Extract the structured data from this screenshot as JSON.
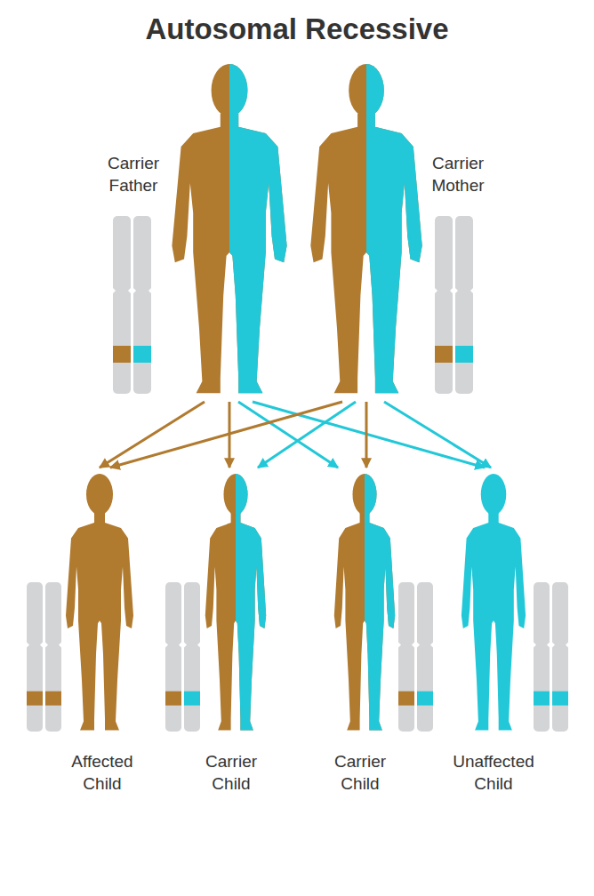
{
  "diagram": {
    "title": "Autosomal Recessive",
    "nodes": [
      {
        "text": [
          "Carrier Father"
        ]
      },
      {
        "text": [
          "Carrier Mother"
        ]
      },
      {
        "text": [
          "Affected Child"
        ]
      },
      {
        "text": [
          "Carrier Child"
        ]
      },
      {
        "text": [
          "Carrier Child"
        ]
      },
      {
        "text": [
          "Unaffected Child"
        ]
      }
    ],
    "edges": [
      {
        "from": 0,
        "to": 2,
        "arrow": "to"
      },
      {
        "from": 0,
        "to": 3,
        "arrow": "to"
      },
      {
        "from": 0,
        "to": 4,
        "arrow": "to"
      },
      {
        "from": 0,
        "to": 5,
        "arrow": "to"
      },
      {
        "from": 1,
        "to": 2,
        "arrow": "to"
      },
      {
        "from": 1,
        "to": 3,
        "arrow": "to"
      },
      {
        "from": 1,
        "to": 4,
        "arrow": "to"
      },
      {
        "from": 1,
        "to": 5,
        "arrow": "to"
      }
    ]
  }
}
